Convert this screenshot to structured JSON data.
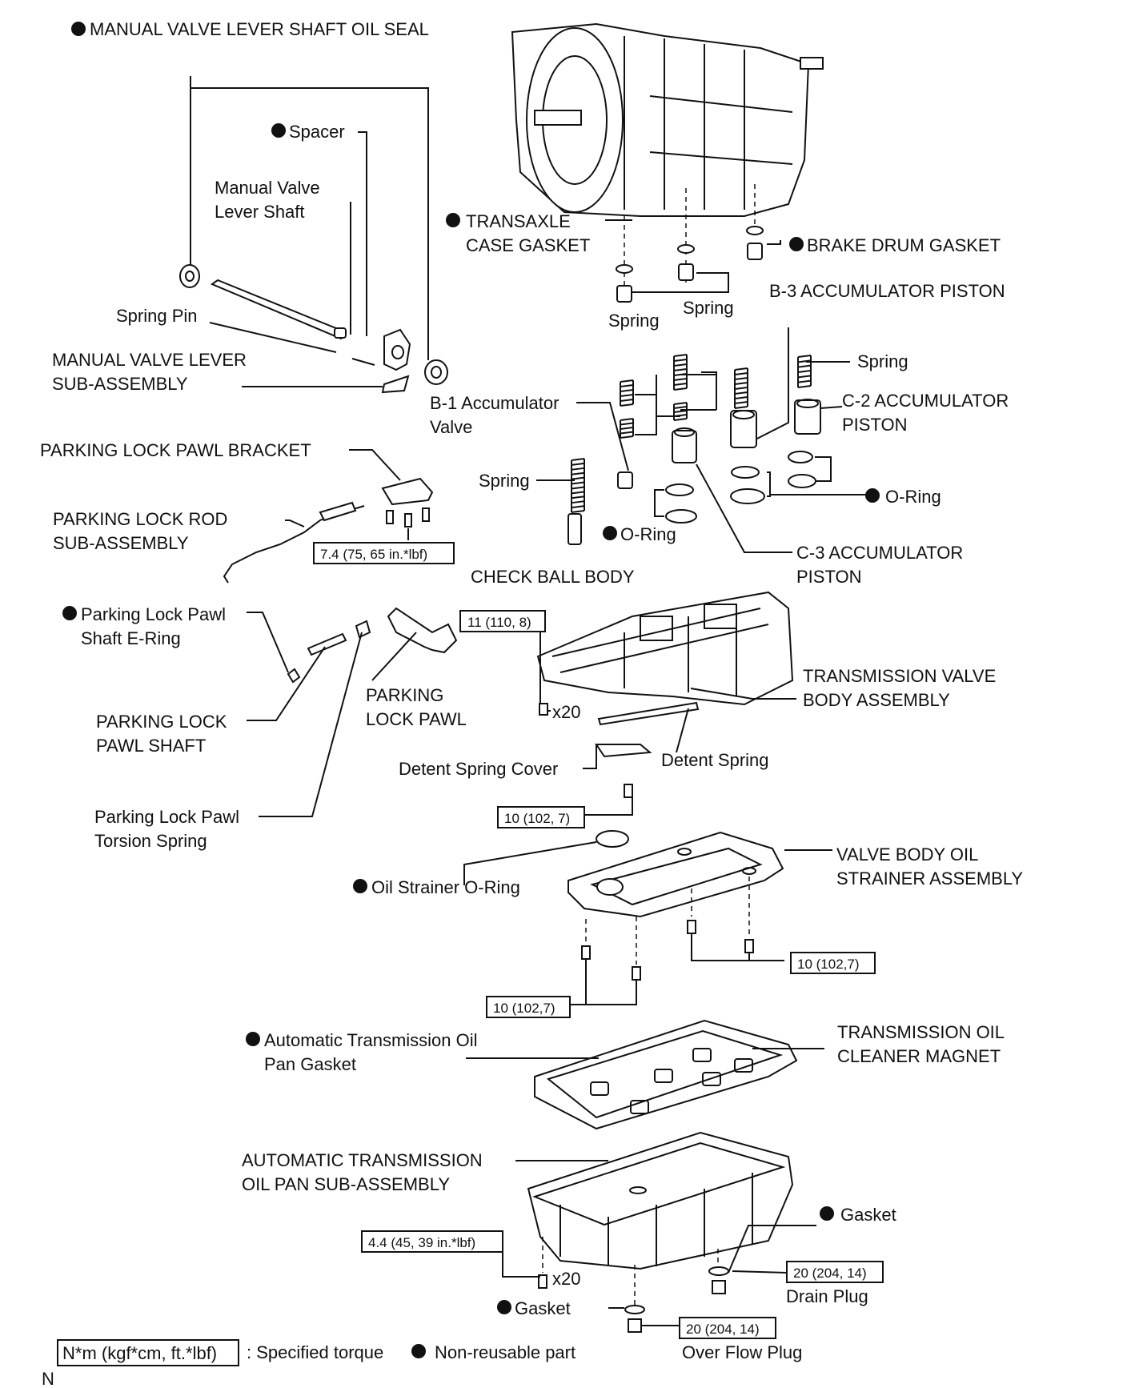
{
  "labels": {
    "manual_valve_lever_shaft_oil_seal": "MANUAL VALVE LEVER SHAFT OIL SEAL",
    "spacer": "Spacer",
    "manual_valve_lever_shaft": [
      "Manual Valve",
      "Lever Shaft"
    ],
    "spring_pin": "Spring Pin",
    "manual_valve_lever_sub_assembly": [
      "MANUAL VALVE LEVER",
      "SUB-ASSEMBLY"
    ],
    "parking_lock_pawl_bracket": "PARKING LOCK PAWL BRACKET",
    "parking_lock_rod_sub_assembly": [
      "PARKING LOCK ROD",
      "SUB-ASSEMBLY"
    ],
    "parking_lock_pawl_shaft_e_ring": [
      "Parking Lock Pawl",
      "Shaft E-Ring"
    ],
    "parking_lock_pawl_shaft": [
      "PARKING LOCK",
      "PAWL SHAFT"
    ],
    "parking_lock_pawl": [
      "PARKING",
      "LOCK PAWL"
    ],
    "parking_lock_pawl_torsion_spring": [
      "Parking Lock Pawl",
      "Torsion Spring"
    ],
    "transaxle_case_gasket": [
      "TRANSAXLE",
      "CASE GASKET"
    ],
    "brake_drum_gasket": "BRAKE DRUM GASKET",
    "b3_accumulator_piston": "B-3 ACCUMULATOR PISTON",
    "spring_left": "Spring",
    "spring_mid": "Spring",
    "spring_right": "Spring",
    "b1_accumulator_valve": [
      "B-1 Accumulator",
      "Valve"
    ],
    "c2_accumulator_piston": [
      "C-2 ACCUMULATOR",
      "PISTON"
    ],
    "o_ring_right": "O-Ring",
    "spring_check": "Spring",
    "o_ring_mid": "O-Ring",
    "check_ball_body": "CHECK BALL BODY",
    "c3_accumulator_piston": [
      "C-3 ACCUMULATOR",
      "PISTON"
    ],
    "transmission_valve_body_assembly": [
      "TRANSMISSION VALVE",
      "BODY ASSEMBLY"
    ],
    "detent_spring_cover": "Detent Spring Cover",
    "detent_spring": "Detent Spring",
    "oil_strainer_o_ring": "Oil Strainer O-Ring",
    "valve_body_oil_strainer_assembly": [
      "VALVE BODY OIL",
      "STRAINER ASSEMBLY"
    ],
    "automatic_transmission_oil_pan_gasket": [
      "Automatic Transmission Oil",
      "Pan Gasket"
    ],
    "transmission_oil_cleaner_magnet": [
      "TRANSMISSION OIL",
      "CLEANER MAGNET"
    ],
    "automatic_transmission_oil_pan_sub_assembly": [
      "AUTOMATIC TRANSMISSION",
      "OIL PAN SUB-ASSEMBLY"
    ],
    "gasket_drain": "Gasket",
    "drain_plug": "Drain Plug",
    "gasket_overflow": "Gasket",
    "over_flow_plug": "Over Flow Plug",
    "qty_valve_body_bolts": "x20",
    "qty_pan_bolts": "x20"
  },
  "torques": {
    "parking_bracket": "7.4 (75, 65 in.*lbf)",
    "valve_body": "11 (110, 8)",
    "detent_spring": "10 (102, 7)",
    "strainer_right": "10 (102,7)",
    "strainer_left": "10 (102,7)",
    "oil_pan": "4.4 (45, 39 in.*lbf)",
    "drain_plug": "20 (204, 14)",
    "over_flow_plug": "20 (204, 14)"
  },
  "legend": {
    "torque_box": "N*m (kgf*cm, ft.*lbf)",
    "torque_text": ": Specified torque",
    "non_reusable_text": "Non-reusable part"
  },
  "corner_mark": "N"
}
